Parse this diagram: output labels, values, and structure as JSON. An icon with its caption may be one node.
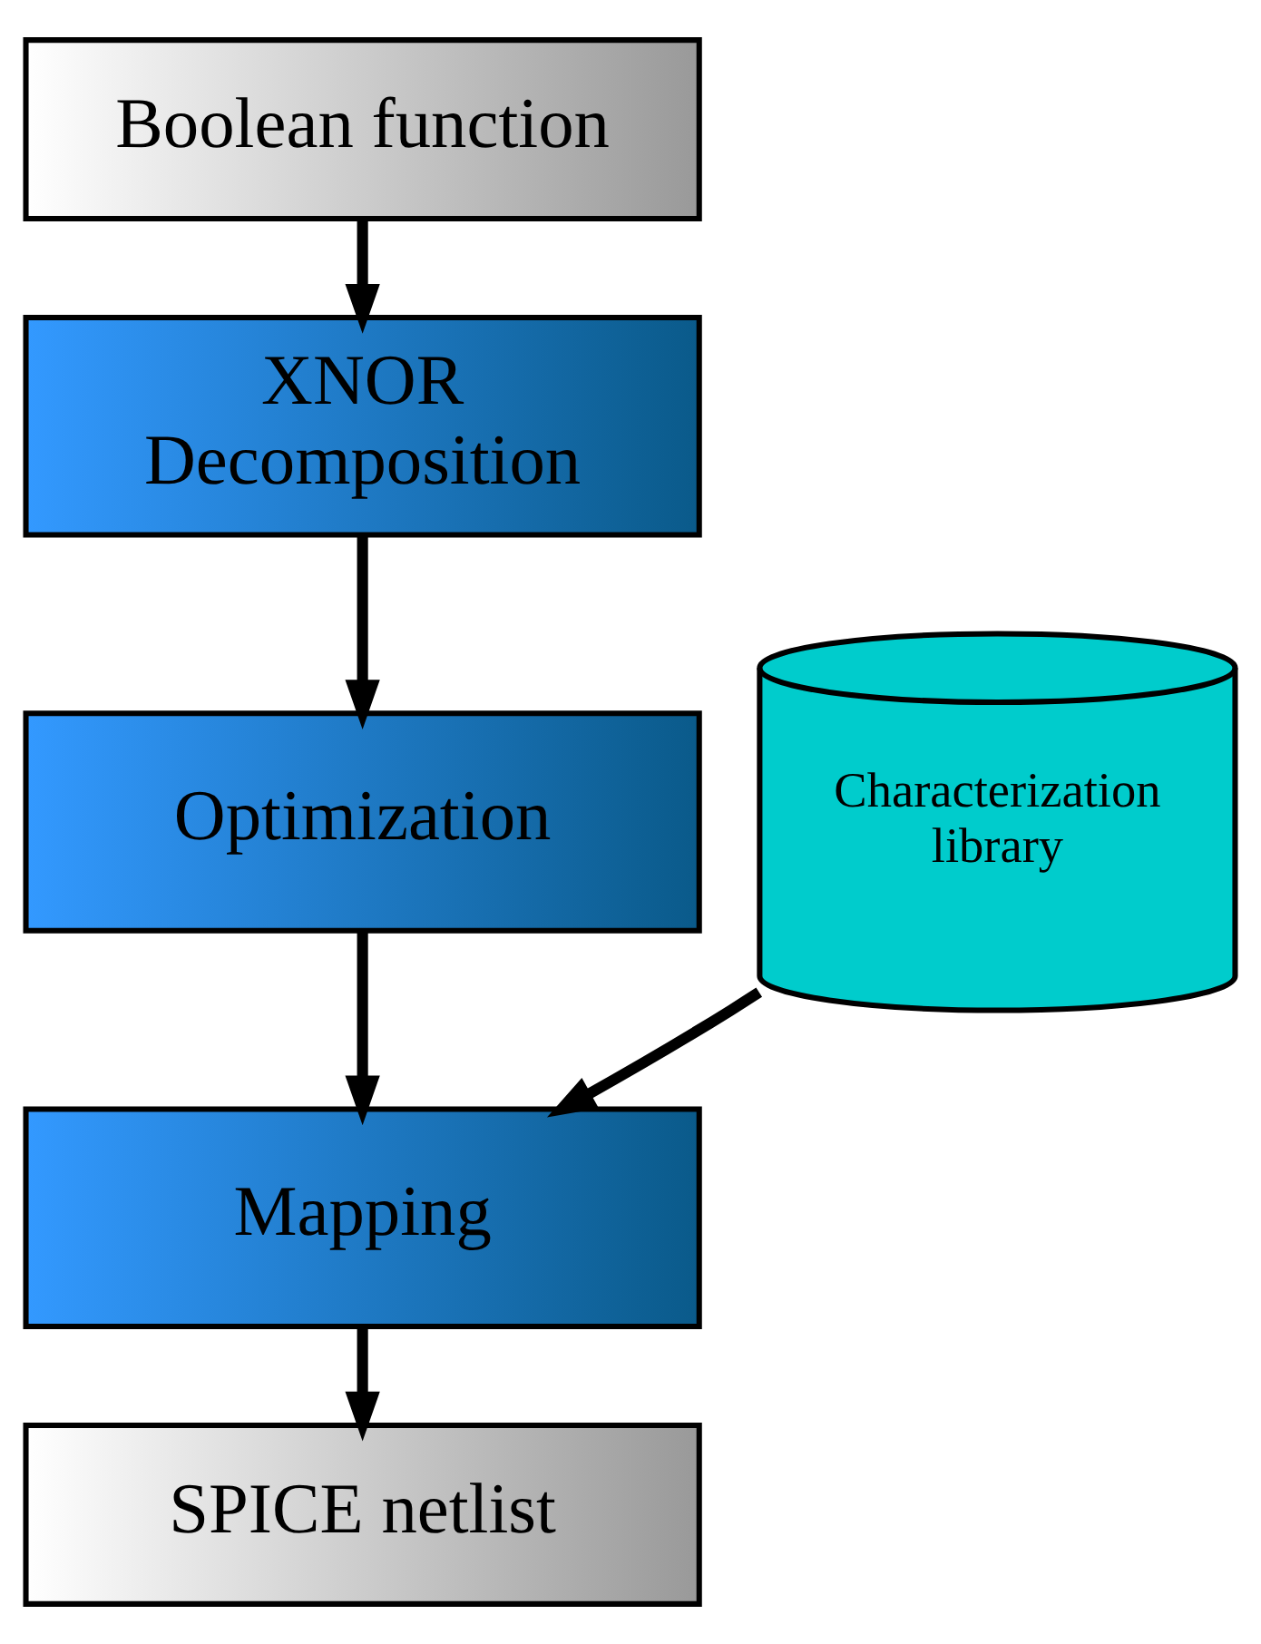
{
  "diagram": {
    "nodes": [
      {
        "text": [
          "Boolean function"
        ]
      },
      {
        "text": [
          "XNOR Decomposition"
        ]
      },
      {
        "text": [
          "Optimization"
        ]
      },
      {
        "text": [
          "Mapping"
        ]
      },
      {
        "text": [
          "SPICE netlist"
        ]
      },
      {
        "text": [
          "Characterization library"
        ]
      }
    ],
    "edges": [
      {
        "from": 0,
        "to": 1,
        "arrow": "to"
      },
      {
        "from": 1,
        "to": 2,
        "arrow": "to"
      },
      {
        "from": 2,
        "to": 3,
        "arrow": "to"
      },
      {
        "from": 3,
        "to": 4,
        "arrow": "to"
      },
      {
        "from": 5,
        "to": 3,
        "arrow": "to"
      }
    ]
  }
}
